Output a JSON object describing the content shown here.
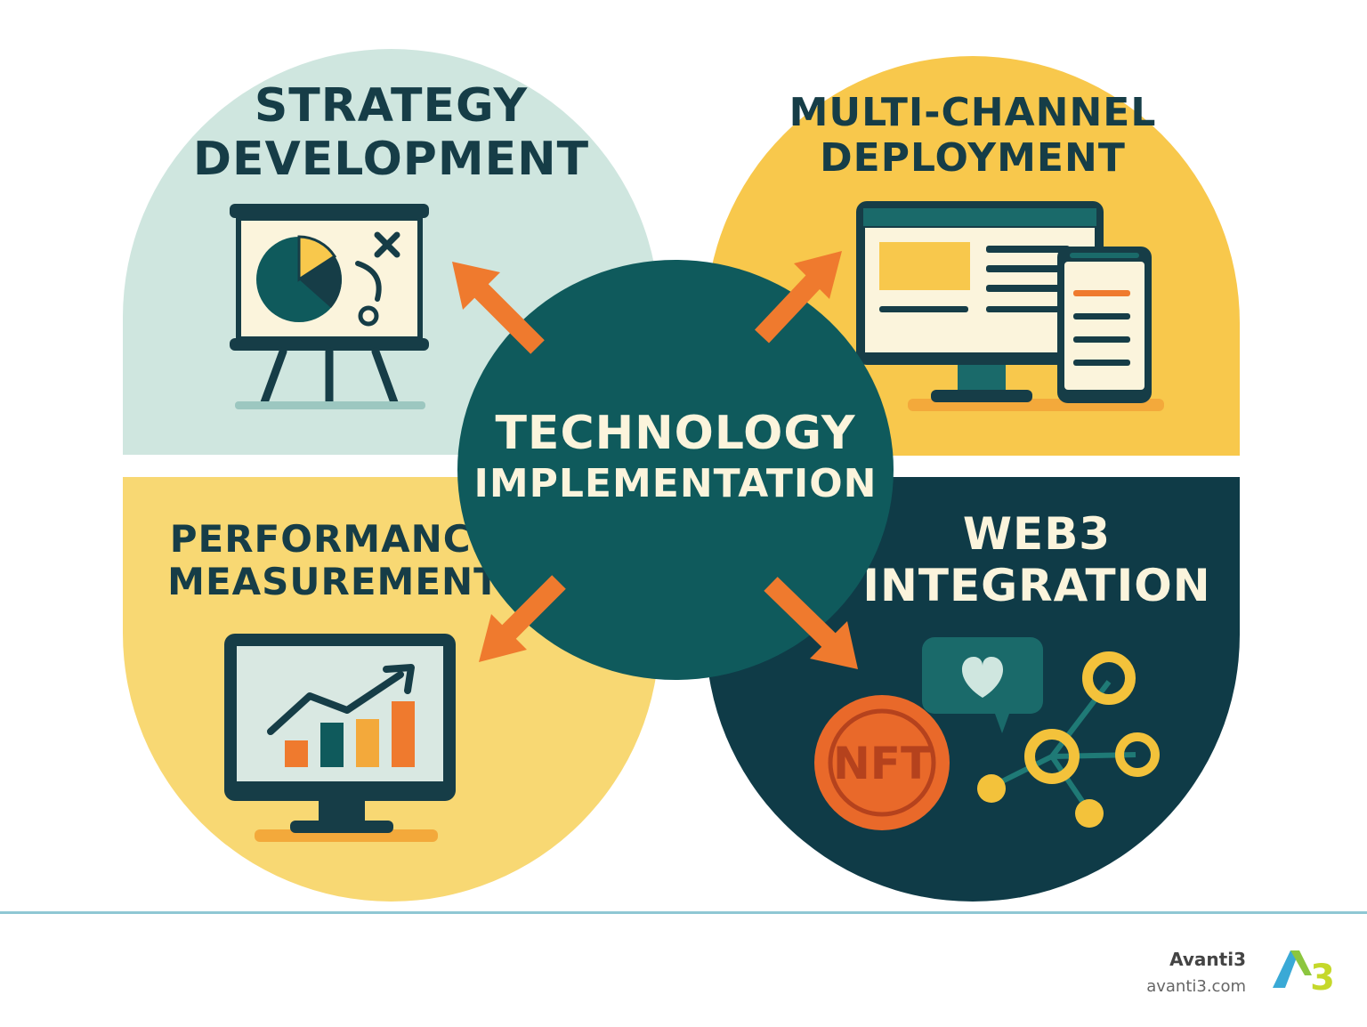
{
  "diagram": {
    "center": {
      "line1": "TECHNOLOGY",
      "line2": "IMPLEMENTATION",
      "color": "#0f5a5c"
    },
    "quadrants": [
      {
        "id": "strategy",
        "line1": "STRATEGY",
        "line2": "DEVELOPMENT",
        "icon": "presentation-easel-icon",
        "color": "#cfe6df"
      },
      {
        "id": "multichannel",
        "line1": "MULTI-CHANNEL",
        "line2": "DEPLOYMENT",
        "icon": "desktop-and-phone-icon",
        "color": "#f8c84c"
      },
      {
        "id": "performance",
        "line1": "PERFORMANCE",
        "line2": "MEASUREMENT",
        "icon": "monitor-chart-icon",
        "color": "#f8d873"
      },
      {
        "id": "web3",
        "line1": "WEB3",
        "line2": "INTEGRATION",
        "icon": "nft-network-icon",
        "color": "#0f3b47"
      }
    ],
    "nft_badge": "NFT",
    "arrow_color": "#ef7a2e"
  },
  "footer": {
    "brand_name": "Avanti3",
    "brand_url": "avanti3.com",
    "logo_text": "A3"
  }
}
